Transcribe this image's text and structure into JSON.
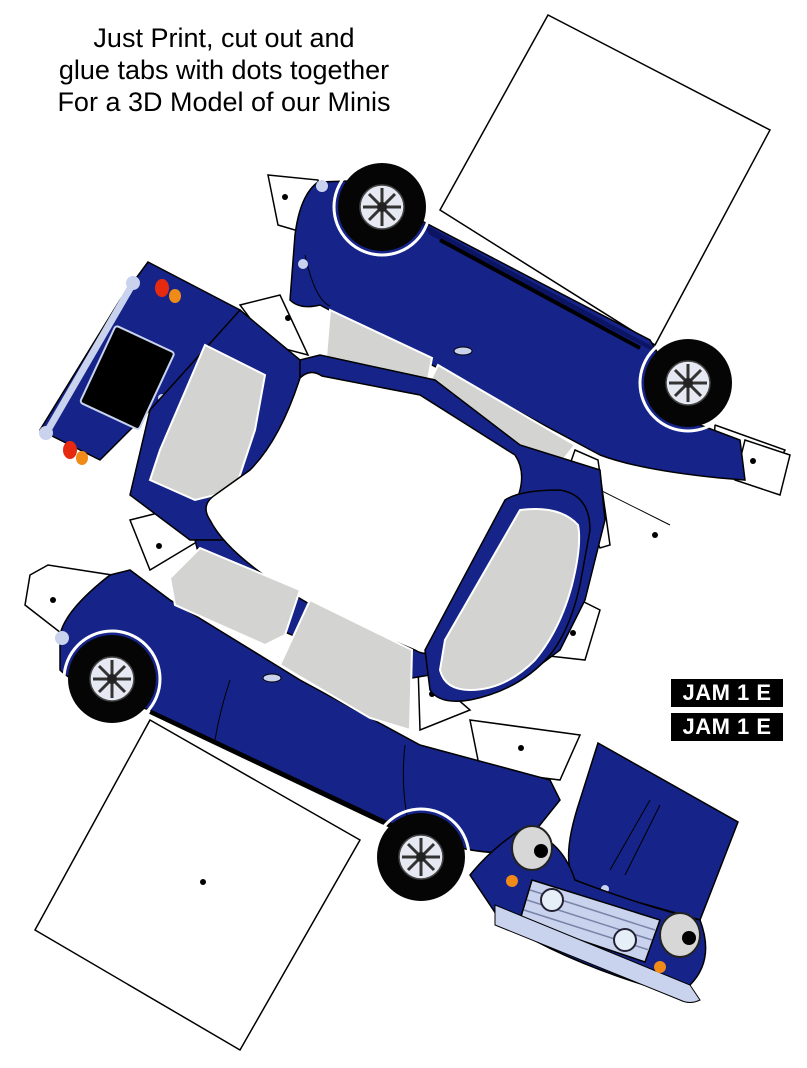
{
  "instructions": {
    "line1": "Just Print, cut out and",
    "line2": "glue tabs with dots together",
    "line3": "For a 3D Model of our Minis"
  },
  "plates": [
    "JAM 1 E",
    "JAM 1 E"
  ],
  "colors": {
    "body": "#16248a",
    "body_dark": "#0c1563",
    "glass": "#d3d4d1",
    "tire": "#050505",
    "hub": "#e6e9f2",
    "chrome": "#c9d3ee",
    "tail_red": "#e62a10",
    "indicator_orange": "#f08a18"
  }
}
